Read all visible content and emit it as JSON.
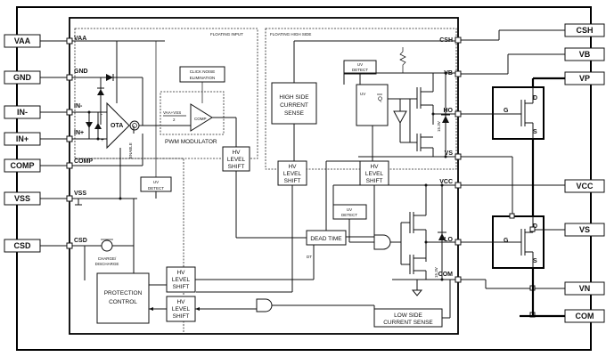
{
  "external_pins": {
    "left": [
      "VAA",
      "GND",
      "IN-",
      "IN+",
      "COMP",
      "VSS",
      "CSD"
    ],
    "right": [
      "CSH",
      "VB",
      "VP",
      "VCC",
      "VS",
      "VN",
      "COM"
    ]
  },
  "internal_pins": {
    "vaa": "VAA",
    "gnd": "GND",
    "in_minus": "IN-",
    "in_plus": "IN+",
    "comp": "COMP",
    "vss": "VSS",
    "csd": "CSD",
    "csh": "CSH",
    "vb": "VB",
    "ho": "HO",
    "vs": "VS",
    "vcc": "VCC",
    "lo": "LO",
    "com": "COM"
  },
  "regions": {
    "floating_input": "FLOATING INPUT",
    "floating_high_side": "FLOATING HIGH SIDE"
  },
  "blocks": {
    "ota": "OTA",
    "enable": "ENABLE",
    "click_noise_1": "CLICK NOISE",
    "click_noise_2": "ELIMINATION",
    "comp": "COMP",
    "vaa_vss_num": "VAA+VSS",
    "vaa_vss_den": "2",
    "pwm_modulator": "PWM MODULATOR",
    "uv_detect_input_1": "UV",
    "uv_detect_input_2": "DETECT",
    "hv_level_shift_1_a": "HV",
    "hv_level_shift_1_b": "LEVEL",
    "hv_level_shift_1_c": "SHIFT",
    "high_side_cs_1": "HIGH SIDE",
    "high_side_cs_2": "CURRENT",
    "high_side_cs_3": "SENSE",
    "hv_level_shift_2_a": "HV",
    "hv_level_shift_2_b": "LEVEL",
    "hv_level_shift_2_c": "SHIFT",
    "uv_detect_high_1": "UV",
    "uv_detect_high_2": "DETECT",
    "uv_latch": "UV",
    "q_bar": "Q",
    "hv_level_shift_3_a": "HV",
    "hv_level_shift_3_b": "LEVEL",
    "hv_level_shift_3_c": "SHIFT",
    "zener_high": "15.3V",
    "uv_detect_vcc_1": "UV",
    "uv_detect_vcc_2": "DETECT",
    "dead_time": "DEAD TIME",
    "dt_label": "DT",
    "zener_low": "15.3V",
    "charge_1": "CHARGE/",
    "charge_2": "DISCHARGE",
    "protection_1": "PROTECTION",
    "protection_2": "CONTROL",
    "hv_level_shift_4_a": "HV",
    "hv_level_shift_4_b": "LEVEL",
    "hv_level_shift_4_c": "SHIFT",
    "hv_level_shift_5_a": "HV",
    "hv_level_shift_5_b": "LEVEL",
    "hv_level_shift_5_c": "SHIFT",
    "low_side_cs_1": "LOW SIDE",
    "low_side_cs_2": "CURRENT SENSE"
  },
  "mosfets": {
    "high": {
      "gate": "G",
      "drain": "D",
      "source": "S"
    },
    "low": {
      "gate": "G",
      "drain": "D",
      "source": "S"
    }
  }
}
